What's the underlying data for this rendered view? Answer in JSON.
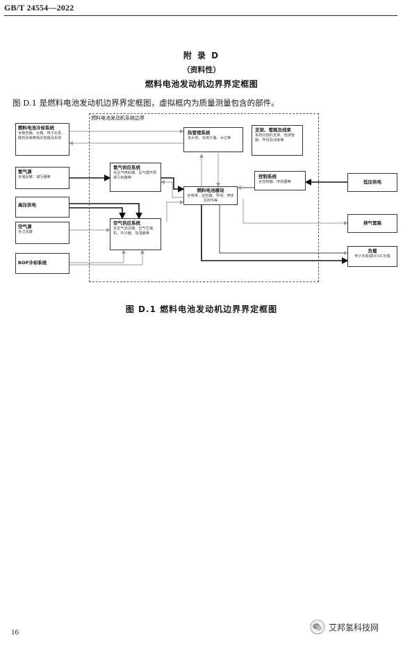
{
  "header": {
    "standard": "GB/T 24554—2022"
  },
  "appendix": {
    "label": "附 录 D",
    "nature": "（资料性）",
    "title": "燃料电池发动机边界界定框图"
  },
  "intro": "图 D.1 是燃料电池发动机边界界定框图，虚拟框内为质量测量包含的部件。",
  "diagram": {
    "boundary_label": "燃料电池发动机系统边界",
    "blocks": {
      "fc_cooling": {
        "title": "燃料电池冷却系统",
        "desc": "含散热器、水箱、电子水泵、散热风扇等相关管路及系统"
      },
      "hydrogen_source": {
        "title": "氢气源",
        "desc": "含储氢罐、减压器等"
      },
      "high_voltage": {
        "title": "高压供电",
        "desc": ""
      },
      "air_source": {
        "title": "空气源",
        "desc": "含过滤器"
      },
      "bop_cooling": {
        "title": "BOP冷却系统",
        "desc": ""
      },
      "thermal_mgmt": {
        "title": "热管理系统",
        "desc": "含水泵、去离子器、水位等"
      },
      "bracket": {
        "title": "支架、管路及线束",
        "desc": "系统内部的支架、连接管路、导线及线束等"
      },
      "hydrogen_supply": {
        "title": "氢气供应系统",
        "desc": "含氢气喷射器、氢气循环泵或引射器等"
      },
      "stack_module": {
        "title": "燃料电池模块",
        "desc": "含电堆、巡检器、导线、壳体及附件等"
      },
      "control": {
        "title": "控制系统",
        "desc": "含控制器、传感器等"
      },
      "air_supply": {
        "title": "空气供应系统",
        "desc": "含空气滤清器、空气压缩机、中冷器、加湿器等"
      },
      "low_voltage": {
        "title": "低压供电",
        "desc": ""
      },
      "exhaust": {
        "title": "排气管路",
        "desc": ""
      },
      "load": {
        "title": "负载",
        "desc": "电子负载或DCDC负载"
      }
    }
  },
  "figure": {
    "caption": "图 D.1   燃料电池发动机边界界定框图"
  },
  "footer": {
    "page_number": "16",
    "watermark": "艾邦氢科技网"
  },
  "colors": {
    "arrow_dark": "#111111",
    "arrow_light": "#9a9a9a",
    "border": "#333333"
  }
}
